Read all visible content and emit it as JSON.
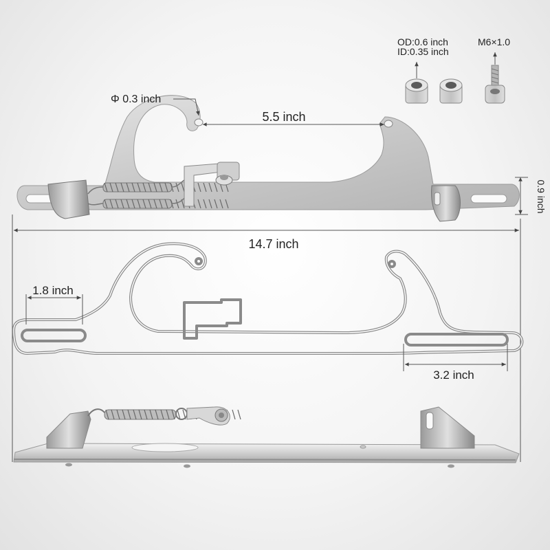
{
  "labels": {
    "hole_diameter": "Φ 0.3 inch",
    "hole_spacing": "5.5 inch",
    "height": "0.9 inch",
    "total_length": "14.7 inch",
    "left_slot": "1.8 inch",
    "right_slot": "3.2 inch",
    "spacer_od": "OD:0.6 inch",
    "spacer_id": "ID:0.35 inch",
    "bolt_size": "M6×1.0"
  },
  "colors": {
    "metal_light": "#e8e8e8",
    "metal_mid": "#bdbdbd",
    "metal_dark": "#8c8c8c",
    "outline": "#8a8a8a",
    "dimension": "#555555"
  }
}
